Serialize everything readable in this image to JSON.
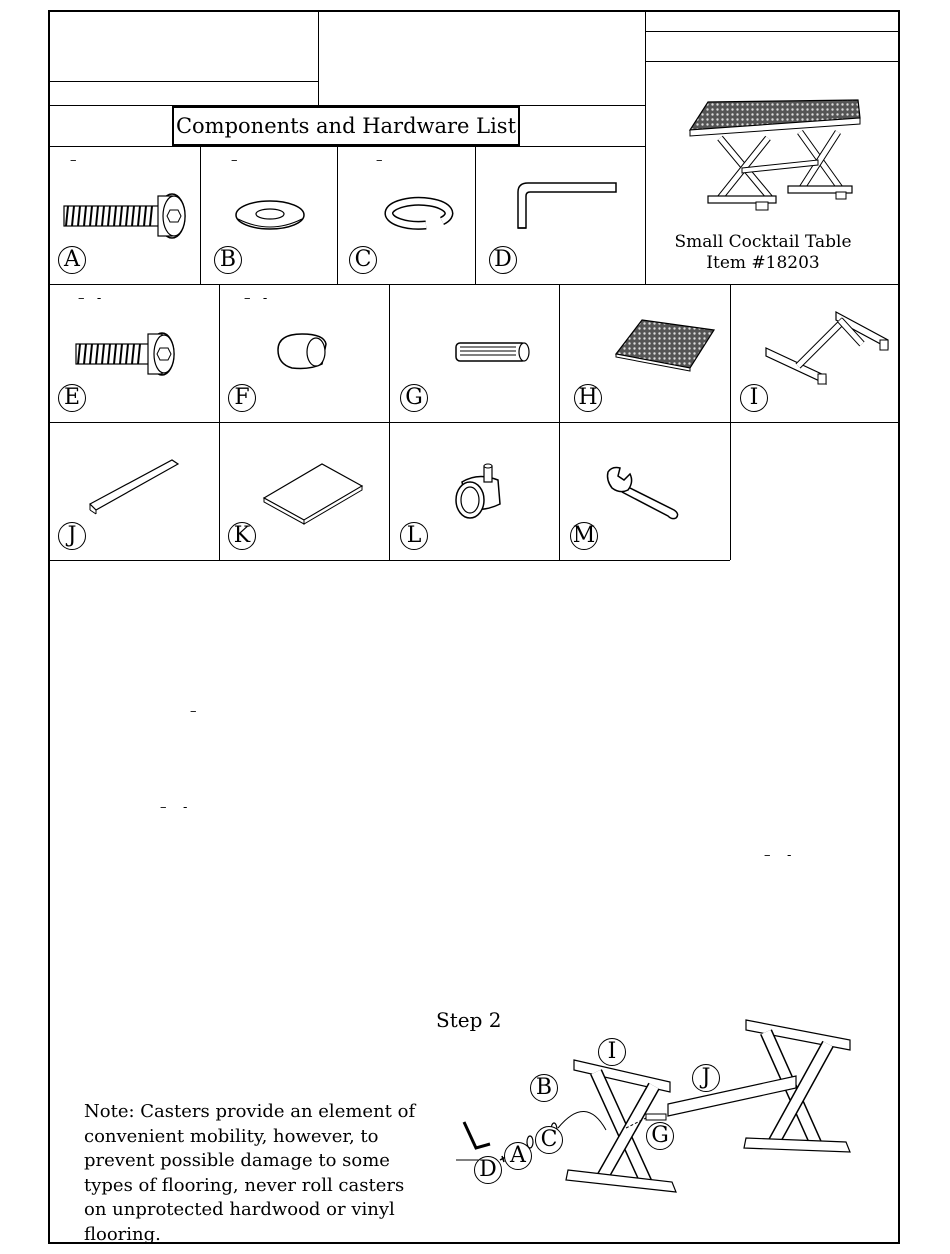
{
  "header": {
    "title": "Components and Hardware List"
  },
  "product": {
    "name": "Small Cocktail Table",
    "item": "Item #18203"
  },
  "parts": [
    {
      "letter": "A",
      "icon": "bolt-long-icon",
      "qty_marks": "–"
    },
    {
      "letter": "B",
      "icon": "flat-washer-icon",
      "qty_marks": "–"
    },
    {
      "letter": "C",
      "icon": "lock-washer-icon",
      "qty_marks": "–"
    },
    {
      "letter": "D",
      "icon": "allen-key-icon",
      "qty_marks": ""
    },
    {
      "letter": "E",
      "icon": "bolt-short-icon",
      "qty_marks": "–   -"
    },
    {
      "letter": "F",
      "icon": "plug-icon",
      "qty_marks": "–   -"
    },
    {
      "letter": "G",
      "icon": "dowel-icon",
      "qty_marks": ""
    },
    {
      "letter": "H",
      "icon": "mesh-panel-icon",
      "qty_marks": ""
    },
    {
      "letter": "I",
      "icon": "x-leg-frame-icon",
      "qty_marks": ""
    },
    {
      "letter": "J",
      "icon": "stretcher-bar-icon",
      "qty_marks": ""
    },
    {
      "letter": "K",
      "icon": "board-icon",
      "qty_marks": ""
    },
    {
      "letter": "L",
      "icon": "caster-icon",
      "qty_marks": ""
    },
    {
      "letter": "M",
      "icon": "wrench-icon",
      "qty_marks": ""
    }
  ],
  "instructions": {
    "stray_marks": [
      "–",
      "–    -",
      "–    -"
    ]
  },
  "step2": {
    "label": "Step 2",
    "callouts": [
      "I",
      "J",
      "B",
      "C",
      "A",
      "D",
      "G"
    ]
  },
  "note": {
    "text": "Note: Casters provide an element of convenient mobility, however, to prevent possible damage to some types of flooring, never roll casters on unprotected hardwood or vinyl flooring."
  }
}
